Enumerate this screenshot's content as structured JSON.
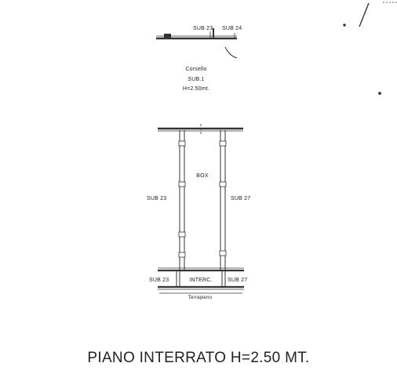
{
  "upper": {
    "sub_left": "SUB 23",
    "sub_right": "SUB 24",
    "corridor_name": "Corsello",
    "corridor_sub": "SUB.1",
    "corridor_height": "H=2.50mt."
  },
  "box": {
    "label": "BOX",
    "left_sub": "SUB 23",
    "right_sub": "SUB 27",
    "bottom_left_sub": "SUB 23",
    "interc": "INTERC.",
    "bottom_right_sub": "SUB 27",
    "ground": "Terrapieno"
  },
  "title": "PIANO INTERRATO H=2.50 MT."
}
